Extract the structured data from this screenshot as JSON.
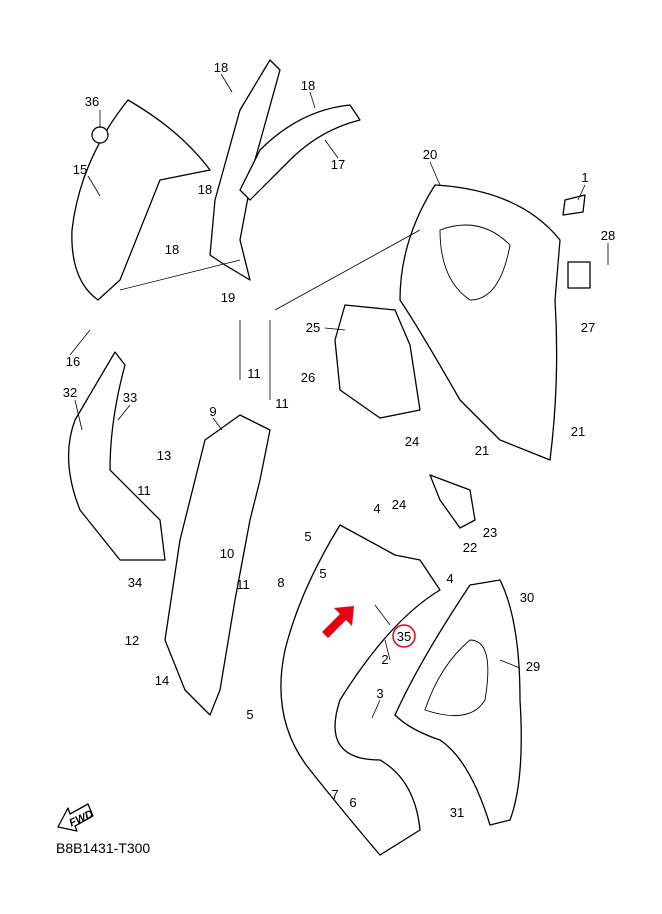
{
  "labels": [
    "18",
    "36",
    "15",
    "18",
    "18",
    "17",
    "18",
    "19",
    "16",
    "20",
    "1",
    "28",
    "27",
    "25",
    "26",
    "11",
    "11",
    "9",
    "32",
    "33",
    "13",
    "11",
    "24",
    "21",
    "21",
    "24",
    "22",
    "23",
    "4",
    "5",
    "5",
    "10",
    "11",
    "34",
    "8",
    "4",
    "30",
    "35",
    "2",
    "29",
    "12",
    "14",
    "5",
    "3",
    "7",
    "6",
    "31"
  ],
  "highlight": {
    "part": "35",
    "color": "#e60012"
  },
  "fwd_label": "FWD",
  "diagram_code": "B8B1431-T300"
}
